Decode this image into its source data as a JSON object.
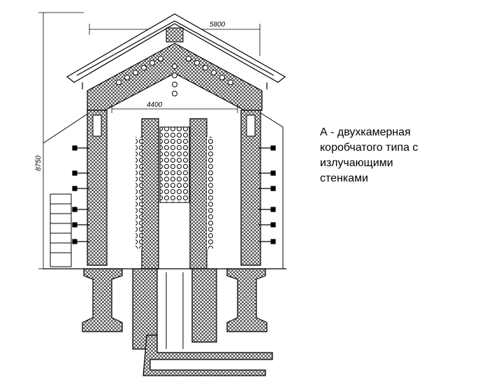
{
  "diagram": {
    "dim_outer_width": "5800",
    "dim_inner_width": "4400",
    "dim_height": "8750"
  },
  "caption": {
    "lines": [
      "А - двухкамерная",
      "коробчатого типа с",
      "излучающими",
      "стенками"
    ]
  },
  "colors": {
    "ink": "#000000",
    "background": "#ffffff"
  }
}
